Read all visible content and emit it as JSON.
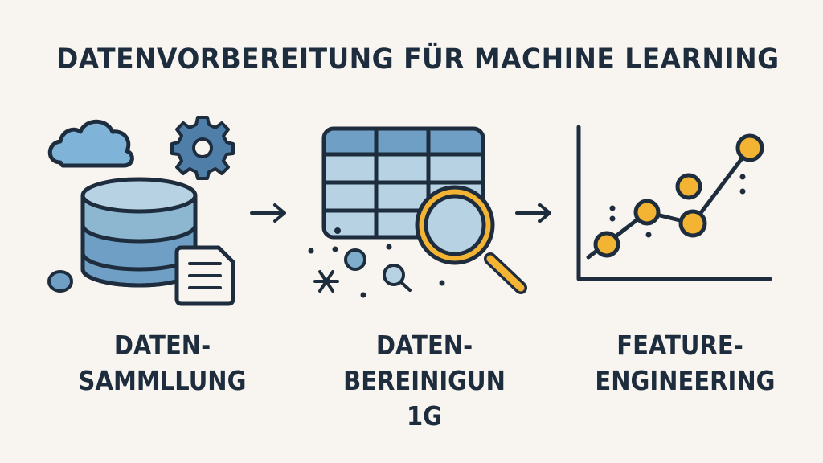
{
  "title": "DATENVORBEREITUNG FÜR MACHINE LEARNING",
  "steps": [
    {
      "line1": "DATEN-",
      "line2": "SAMMLLUNG",
      "icons": [
        "cloud-icon",
        "gear-icon",
        "database-icon",
        "document-icon"
      ]
    },
    {
      "line1": "DATEN-",
      "line2": "BEREINIGUN 1G",
      "icons": [
        "table-icon",
        "magnifier-icon",
        "noise-dots"
      ]
    },
    {
      "line1": "FEATURE-",
      "line2": "ENGINEERING",
      "icons": [
        "line-chart-icon"
      ]
    }
  ],
  "arrows": [
    "arrow-right-icon",
    "arrow-right-icon"
  ],
  "colors": {
    "background": "#f8f4f0",
    "ink": "#1e2d3d",
    "blue_light": "#b7d2e3",
    "blue_mid": "#7faecc",
    "blue_dark": "#4f7ea8",
    "accent": "#f4b433"
  }
}
